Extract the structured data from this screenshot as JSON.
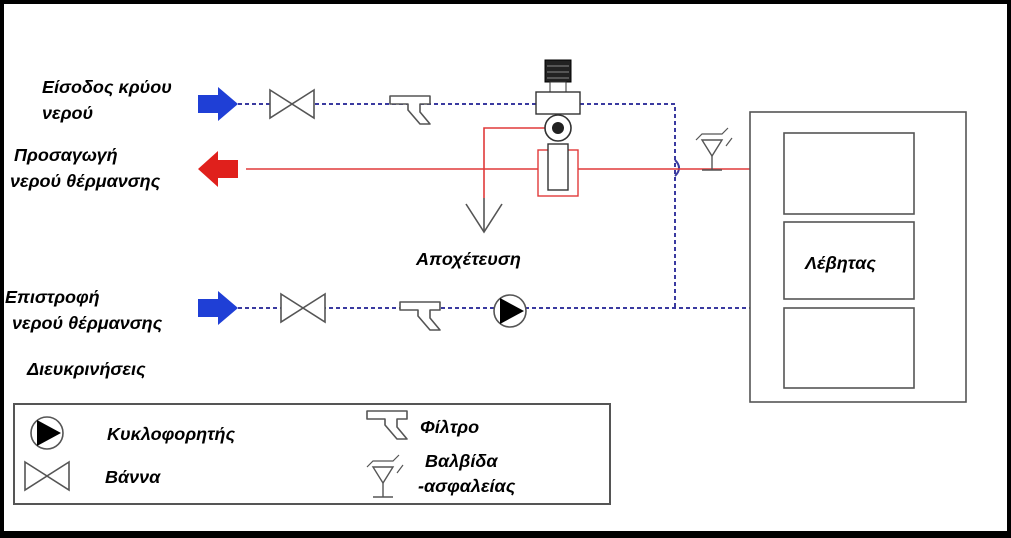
{
  "inputs": {
    "cold_water_line1": "Είσοδος κρύου",
    "cold_water_line2": "νερού",
    "supply_line1": "Προσαγωγή",
    "supply_line2": "νερού θέρμανσης",
    "return_line1": "Επιστροφή",
    "return_line2": "νερού θέρμανσης"
  },
  "drain_label": "Αποχέτευση",
  "boiler_label": "Λέβητας",
  "legend": {
    "title": "Διευκρινήσεις",
    "pump": "Κυκλοφορητής",
    "valve": "Βάννα",
    "filter": "Φίλτρο",
    "safety_valve_line1": "Βαλβίδα",
    "safety_valve_line2": "-ασφαλείας"
  },
  "colors": {
    "frame": "#000000",
    "background": "#ffffff",
    "cold_arrow": "#1f3fd6",
    "hot_arrow": "#e0201c",
    "hot_pipe": "#e03a3a",
    "cold_pipe": "#3a3aa0",
    "symbol": "#555555"
  },
  "icons": {
    "pump": "circulator-pump-icon",
    "valve": "gate-valve-icon",
    "filter": "y-strainer-icon",
    "safety_valve": "safety-valve-icon",
    "mixing_valve": "thermostatic-mixing-valve-icon"
  }
}
